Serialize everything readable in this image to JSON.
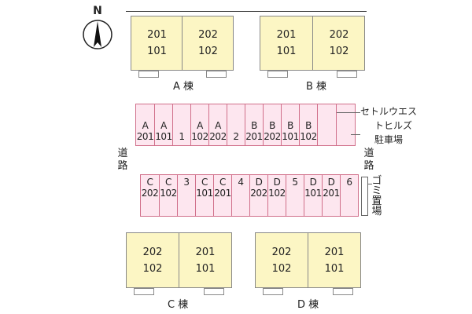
{
  "compass": {
    "label": "N"
  },
  "buildings": [
    {
      "id": "A",
      "label": "A 棟",
      "units": [
        [
          "201",
          "101"
        ],
        [
          "202",
          "102"
        ]
      ]
    },
    {
      "id": "B",
      "label": "B 棟",
      "units": [
        [
          "201",
          "101"
        ],
        [
          "202",
          "102"
        ]
      ]
    },
    {
      "id": "C",
      "label": "C 棟",
      "units": [
        [
          "202",
          "102"
        ],
        [
          "201",
          "101"
        ]
      ]
    },
    {
      "id": "D",
      "label": "D 棟",
      "units": [
        [
          "202",
          "102"
        ],
        [
          "201",
          "101"
        ]
      ]
    }
  ],
  "parking_row_1": [
    [
      "A",
      "201"
    ],
    [
      "A",
      "101"
    ],
    [
      "",
      "1"
    ],
    [
      "A",
      "102"
    ],
    [
      "A",
      "202"
    ],
    [
      "",
      "2"
    ],
    [
      "B",
      "201"
    ],
    [
      "B",
      "202"
    ],
    [
      "B",
      "101"
    ],
    [
      "B",
      "102"
    ],
    [
      "",
      ""
    ],
    [
      "",
      ""
    ]
  ],
  "parking_row_2": [
    [
      "C",
      "202"
    ],
    [
      "C",
      "102"
    ],
    [
      "3",
      ""
    ],
    [
      "C",
      "101"
    ],
    [
      "C",
      "201"
    ],
    [
      "4",
      ""
    ],
    [
      "D",
      "202"
    ],
    [
      "D",
      "102"
    ],
    [
      "5",
      ""
    ],
    [
      "D",
      "101"
    ],
    [
      "D",
      "201"
    ],
    [
      "6",
      ""
    ]
  ],
  "labels": {
    "parking_name_line1": "セトルウエス",
    "parking_name_line2": "トヒルズ",
    "parking_name_line3": "駐車場",
    "road_left": "道路",
    "road_right": "道路",
    "garbage": "ゴミ置場"
  },
  "colors": {
    "building_fill": "#fcf6c4",
    "parking_fill": "#fde6ef",
    "parking_border": "#d06f8a"
  }
}
